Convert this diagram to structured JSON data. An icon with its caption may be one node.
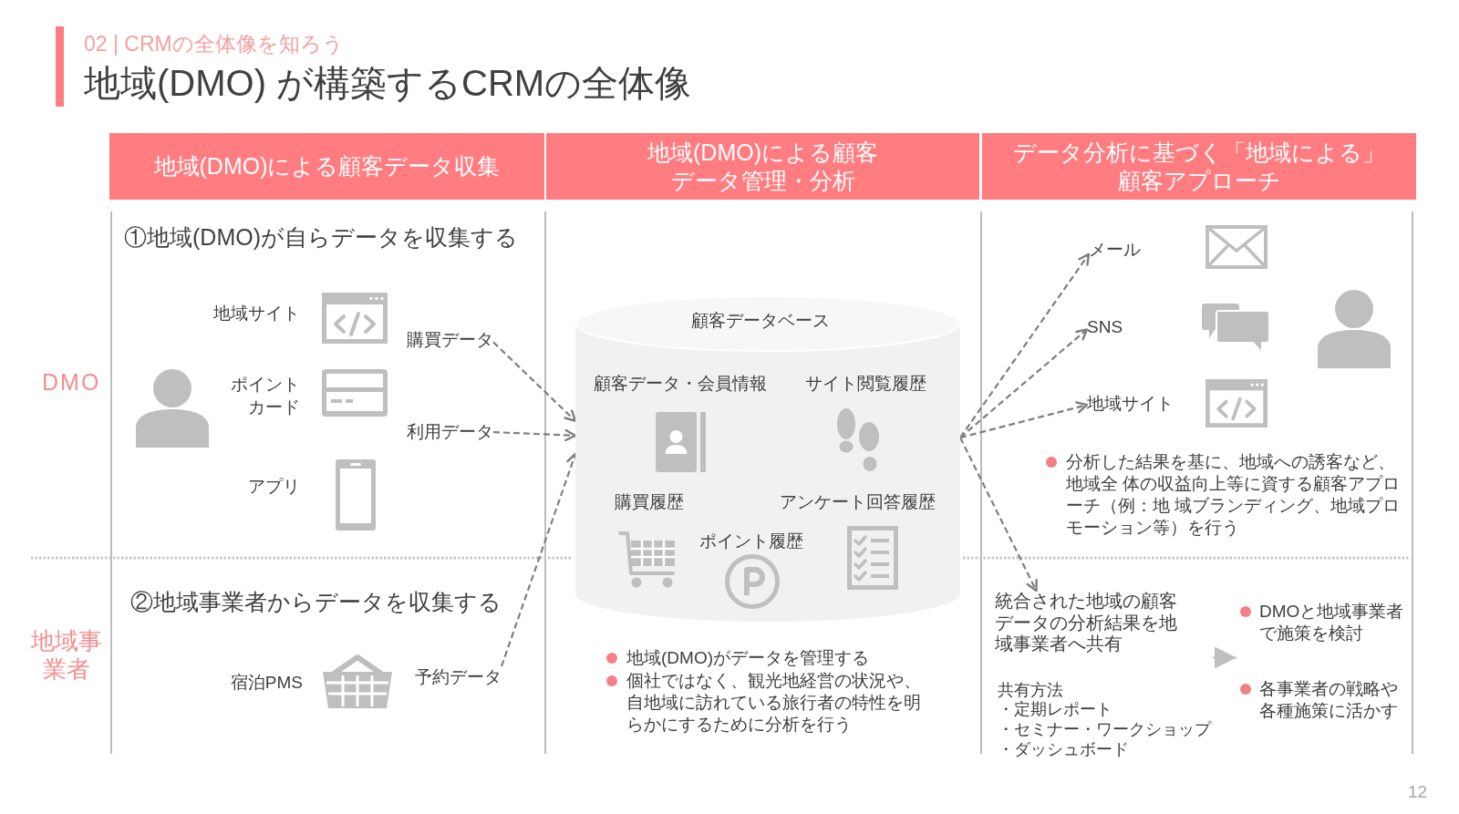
{
  "diagram": {
    "title": "地域(DMO) が構築するCRMの全体像",
    "nodes": [
      {
        "text": [
          "地域(DMO)による顧客データ収集"
        ]
      },
      {
        "text": [
          "地域(DMO)による顧客データ管理・分析"
        ]
      },
      {
        "text": [
          "データ分析に基づく「地域による」顧客アプローチ"
        ]
      },
      {
        "text": [
          "購買データ"
        ]
      },
      {
        "text": [
          "利用データ"
        ]
      },
      {
        "text": [
          "予約データ"
        ]
      },
      {
        "text": [
          "顧客データベース",
          "顧客データ・会員情報",
          "サイト閲覧履歴",
          "購買履歴",
          "アンケート回答履歴",
          "ポイント履歴"
        ]
      },
      {
        "text": [
          "メール"
        ]
      },
      {
        "text": [
          "SNS"
        ]
      },
      {
        "text": [
          "地域サイト"
        ]
      },
      {
        "text": [
          "統合された地域の顧客データの分析結果を地域事業者へ共有"
        ]
      },
      {
        "text": [
          "DMOと地域事業者で施策を検討",
          "各事業者の戦略や各種施策に活かす"
        ]
      }
    ],
    "edges": [
      {
        "from": 3,
        "to": 6,
        "arrow": "to",
        "style": "dashed"
      },
      {
        "from": 4,
        "to": 6,
        "arrow": "to",
        "style": "dashed"
      },
      {
        "from": 5,
        "to": 6,
        "arrow": "to",
        "style": "dashed"
      },
      {
        "from": 6,
        "to": 7,
        "arrow": "to",
        "style": "dashed"
      },
      {
        "from": 6,
        "to": 8,
        "arrow": "to",
        "style": "dashed"
      },
      {
        "from": 6,
        "to": 9,
        "arrow": "to",
        "style": "dashed"
      },
      {
        "from": 6,
        "to": 10,
        "arrow": "to",
        "style": "dashed"
      },
      {
        "from": 10,
        "to": 11,
        "arrow": "to",
        "color": "#bfbfbf"
      }
    ],
    "labels": [
      "02 | CRMの全体像を知ろう",
      "①地域(DMO)が自らデータを収集する",
      "DMO",
      "地域サイト",
      "ポイントカード",
      "アプリ",
      "②地域事業者からデータを収集する",
      "地域事業者",
      "宿泊PMS",
      "地域(DMO)がデータを管理する",
      "個社ではなく、観光地経営の状況や、自地域に訪れている旅行者の特性を明らかにするために分析を行う",
      "分析した結果を基に、地域への誘客など、地域全 体の収益向上等に資する顧客アプローチ（例：地 域ブランディング、地域プロモーション等）を行う",
      "共有方法",
      "・定期レポート",
      "・セミナー・ワークショップ",
      "・ダッシュボード",
      "12"
    ]
  }
}
